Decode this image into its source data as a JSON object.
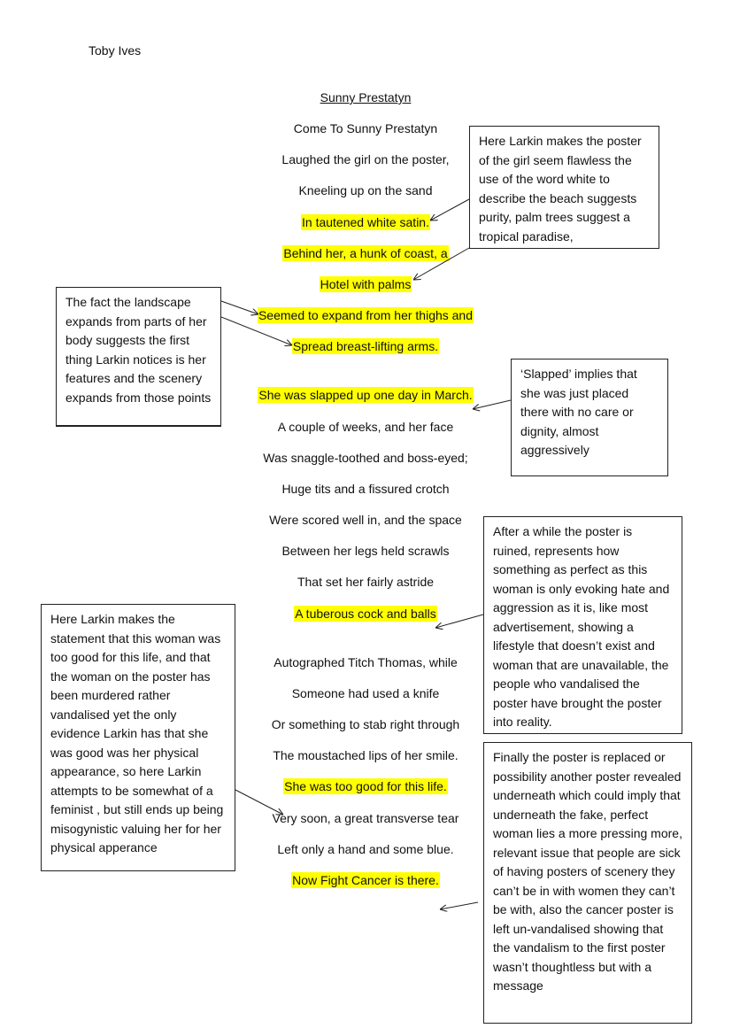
{
  "author": "Toby Ives",
  "poem": {
    "title": "Sunny Prestatyn",
    "lines": [
      {
        "text": "Come To Sunny Prestatyn",
        "highlight": false
      },
      {
        "text": "Laughed the girl on the poster,",
        "highlight": false
      },
      {
        "text": "Kneeling up on the sand",
        "highlight": false
      },
      {
        "text": "In tautened white satin.",
        "highlight": true
      },
      {
        "text": "Behind her, a hunk of coast, a",
        "highlight": true
      },
      {
        "text": "Hotel with palms",
        "highlight": true
      },
      {
        "text": "Seemed to expand from her thighs and",
        "highlight": true
      },
      {
        "text": "Spread breast-lifting arms.",
        "highlight": true
      },
      {
        "text": "She was slapped up one day in March.",
        "highlight": true
      },
      {
        "text": "A couple of weeks, and her face",
        "highlight": false
      },
      {
        "text": "Was snaggle-toothed and boss-eyed;",
        "highlight": false
      },
      {
        "text": "Huge tits and a fissured crotch",
        "highlight": false
      },
      {
        "text": "Were scored well in, and the space",
        "highlight": false
      },
      {
        "text": "Between her legs held scrawls",
        "highlight": false
      },
      {
        "text": "That set her fairly astride",
        "highlight": false
      },
      {
        "text": "A tuberous cock and balls",
        "highlight": true
      },
      {
        "text": "Autographed Titch Thomas, while",
        "highlight": false
      },
      {
        "text": "Someone had used a knife",
        "highlight": false
      },
      {
        "text": "Or something to stab right through",
        "highlight": false
      },
      {
        "text": "The moustached lips of her smile.",
        "highlight": false
      },
      {
        "text": "She was too good for this life.",
        "highlight": true
      },
      {
        "text": "Very soon, a great transverse tear",
        "highlight": false
      },
      {
        "text": "Left only a hand and some blue.",
        "highlight": false
      },
      {
        "text": "Now Fight Cancer is there.",
        "highlight": true
      }
    ]
  },
  "annotations": {
    "white_satin": "Here Larkin makes the poster of the girl seem flawless the use of the word white to describe the beach suggests purity, palm trees suggest a tropical paradise,",
    "landscape": "The fact the landscape expands from parts of her body suggests the first thing Larkin notices is her features and the scenery expands from those points",
    "slapped": "‘Slapped’ implies that she was just placed there with no care or dignity, almost aggressively",
    "ruined": "After a while the poster is ruined, represents how something as perfect as this woman is only evoking hate and aggression as it is, like most advertisement, showing a lifestyle that doesn’t exist and woman that are unavailable, the people who vandalised the poster have brought the poster into reality.",
    "too_good": "Here Larkin makes the statement that this woman was too good for this life, and that the woman on the poster has been murdered rather vandalised  yet the only evidence Larkin has that she was good was her physical appearance, so here Larkin attempts to be somewhat of a feminist , but still ends up being misogynistic valuing her for her physical apperance",
    "cancer": "Finally the poster is replaced or possibility another poster revealed underneath which could imply that underneath the fake, perfect woman lies a more pressing more, relevant issue that people are sick of having posters of scenery they can’t be in with women they can’t be with, also the cancer poster is left un-vandalised showing that the vandalism to the first poster wasn’t thoughtless but with a message"
  },
  "colors": {
    "highlight": "#ffff00",
    "border": "#222222",
    "text": "#111111"
  }
}
